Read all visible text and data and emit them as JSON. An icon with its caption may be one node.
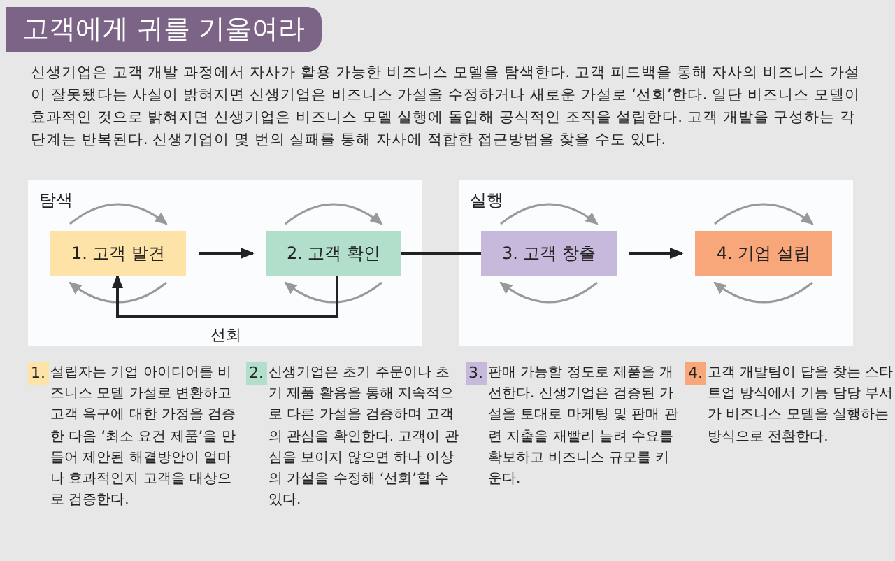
{
  "diagram": {
    "title": "고객에게 귀를 기울여라",
    "nodes": [
      {
        "text": [
          "탐색"
        ]
      },
      {
        "text": [
          "1. 고객 발견"
        ],
        "in": 0
      },
      {
        "text": [
          "2. 고객 확인"
        ],
        "in": 0
      },
      {
        "text": [
          "실행"
        ]
      },
      {
        "text": [
          "3. 고객 창출"
        ],
        "in": 3
      },
      {
        "text": [
          "4. 기업 설립"
        ],
        "in": 3
      }
    ],
    "edges": [
      {
        "from": 1,
        "to": 2,
        "arrow": "to"
      },
      {
        "from": 2,
        "to": 1,
        "arrow": "to",
        "label": "선회"
      },
      {
        "from": 2,
        "to": 4,
        "arrow": "none"
      },
      {
        "from": 4,
        "to": 5,
        "arrow": "to"
      }
    ],
    "labels": [
      "신생기업은 고객 개발 과정에서 자사가 활용 가능한 비즈니스 모델을 탐색한다. 고객 피드백을 통해 자사의 비즈니스 가설이 잘못됐다는 사실이 밝혀지면 신생기업은 비즈니스 가설을 수정하거나 새로운 가설로 ‘선회’한다. 일단 비즈니스 모델이 효과적인 것으로 밝혀지면 신생기업은 비즈니스 모델 실행에 돌입해 공식적인 조직을 설립한다. 고객 개발을 구성하는 각 단계는 반복된다. 신생기업이 몇 번의 실패를 통해 자사에 적합한 접근방법을 찾을 수도 있다.",
      "1.",
      "설립자는 기업 아이디어를 비즈니스 모델 가설로 변환하고 고객 욕구에 대한 가정을 검증한 다음 ‘최소 요건 제품’을 만들어 제안된 해결방안이 얼마나 효과적인지 고객을 대상으로 검증한다.",
      "2.",
      "신생기업은 초기 주문이나 초기 제품 활용을 통해 지속적으로 다른 가설을 검증하며 고객의 관심을 확인한다. 고객이 관심을 보이지 않으면 하나 이상의 가설을 수정해 ‘선회’할 수 있다.",
      "3.",
      "판매 가능할 정도로 제품을 개선한다. 신생기업은 검증된 가설을 토대로 마케팅 및 판매 관련 지출을 재빨리 늘려 수요를 확보하고 비즈니스 규모를 키운다.",
      "4.",
      "고객 개발팀이 답을 찾는 스타트업 방식에서 기능 담당 부서가 비즈니스 모델을 실행하는 방식으로 전환한다."
    ]
  }
}
